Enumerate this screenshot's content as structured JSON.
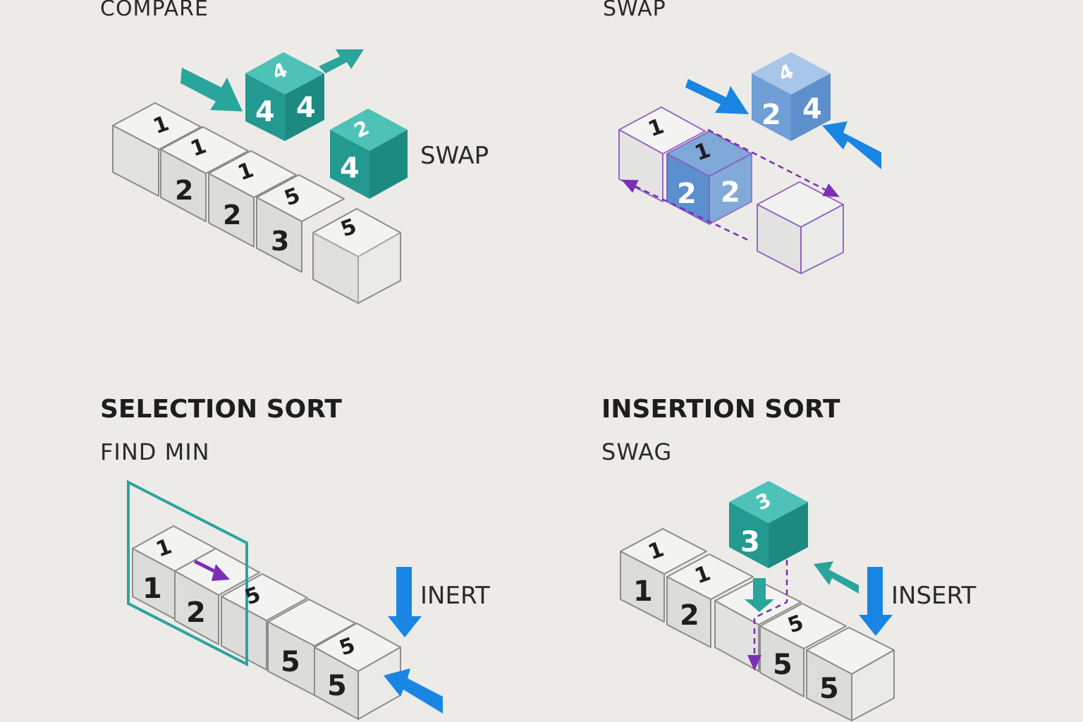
{
  "colors": {
    "background": "#ecebe8",
    "teal": "#2aa59c",
    "blue_arrow": "#1a86e3",
    "purple": "#7b2fb5",
    "ghost_blue": "#6f9fd6",
    "outline": "#8c8c8c"
  },
  "panels": [
    {
      "id": "top-left",
      "subtitle": "COMPARE",
      "label": "SWAP",
      "row_digits": [
        "1",
        "1",
        "2",
        "1",
        "2",
        "5",
        "3",
        "5"
      ],
      "teal_cube_a": {
        "top": "4",
        "left": "4",
        "right": "4"
      },
      "teal_cube_b": {
        "top": "2",
        "left": "4"
      }
    },
    {
      "id": "top-right",
      "subtitle": "SWAP",
      "row_digits": [
        "1",
        "1",
        "2",
        "2"
      ],
      "ghost_cube": {
        "top": "4",
        "left": "2",
        "right": "4"
      }
    },
    {
      "id": "bottom-left",
      "title": "SELECTION SORT",
      "subtitle": "FIND MIN",
      "label": "INERT",
      "row_digits": [
        "1",
        "1",
        "2",
        "5",
        "5",
        "5",
        "5"
      ]
    },
    {
      "id": "bottom-right",
      "title": "INSERTION SORT",
      "subtitle": "SWAG",
      "label": "INSERT",
      "row_digits": [
        "1",
        "1",
        "1",
        "2",
        "5",
        "5",
        "5"
      ],
      "teal_cube": {
        "top": "3",
        "left": "3"
      }
    }
  ]
}
